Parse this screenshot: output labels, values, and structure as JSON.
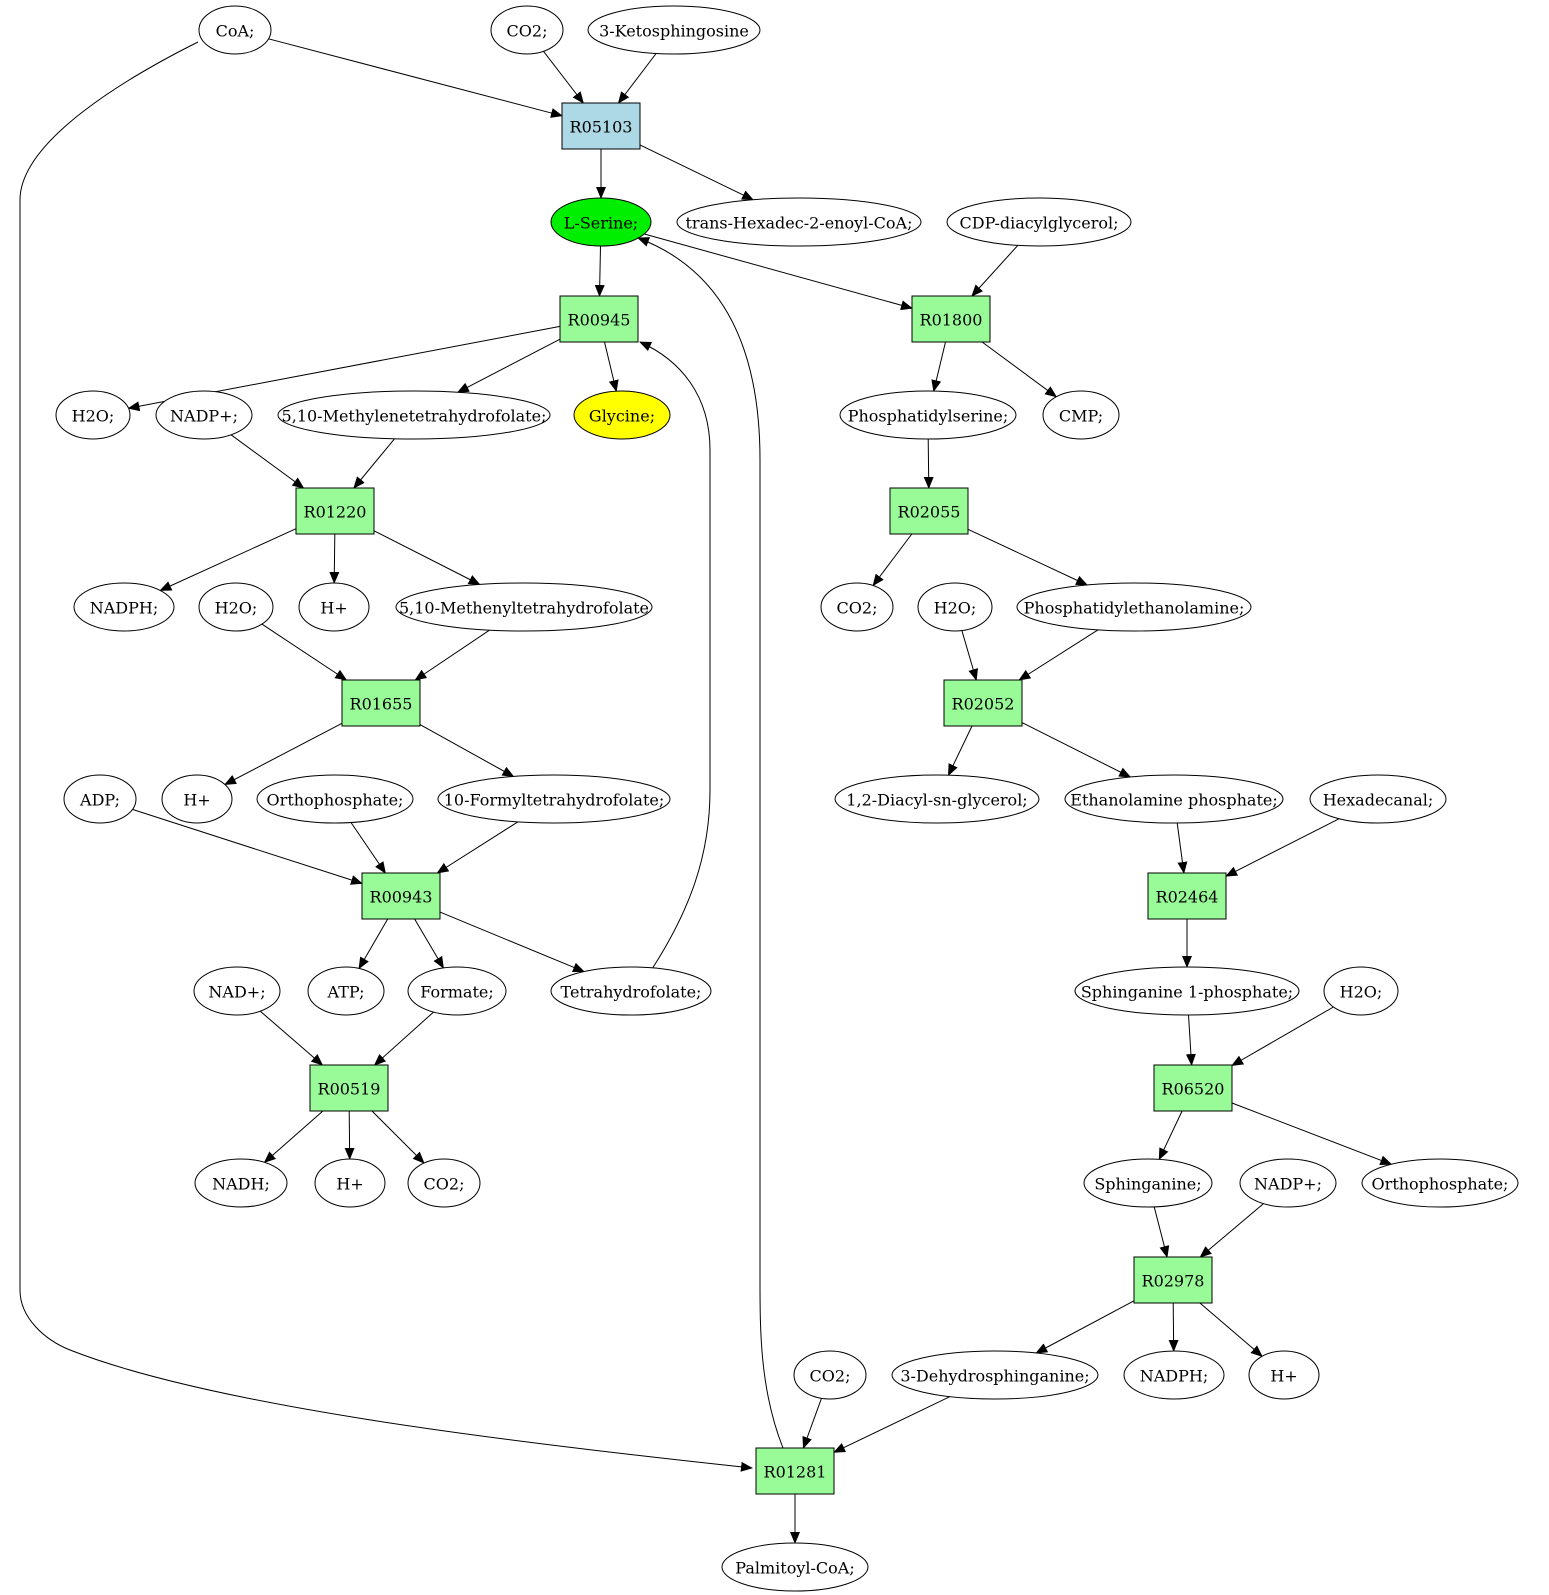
{
  "colors": {
    "reaction_default": "#98fb98",
    "reaction_start": "#add8e6",
    "metabolite_default": "#ffffff",
    "metabolite_source": "#00ee00",
    "metabolite_target": "#ffff00",
    "stroke": "#000000"
  },
  "reactions": [
    {
      "id": "r05103",
      "label": "R05103",
      "color": "#add8e6"
    },
    {
      "id": "r00945",
      "label": "R00945"
    },
    {
      "id": "r01800",
      "label": "R01800"
    },
    {
      "id": "r01220",
      "label": "R01220"
    },
    {
      "id": "r02055",
      "label": "R02055"
    },
    {
      "id": "r01655",
      "label": "R01655"
    },
    {
      "id": "r02052",
      "label": "R02052"
    },
    {
      "id": "r00943",
      "label": "R00943"
    },
    {
      "id": "r02464",
      "label": "R02464"
    },
    {
      "id": "r00519",
      "label": "R00519"
    },
    {
      "id": "r06520",
      "label": "R06520"
    },
    {
      "id": "r02978",
      "label": "R02978"
    },
    {
      "id": "r01281",
      "label": "R01281"
    }
  ],
  "metabolites": [
    {
      "id": "coa",
      "label": "CoA;"
    },
    {
      "id": "co2_a",
      "label": "CO2;"
    },
    {
      "id": "ketosph",
      "label": "3-Ketosphingosine"
    },
    {
      "id": "serine",
      "label": "L-Serine;",
      "color": "#00ee00"
    },
    {
      "id": "transhex",
      "label": "trans-Hexadec-2-enoyl-CoA;"
    },
    {
      "id": "cdpdag",
      "label": "CDP-diacylglycerol;"
    },
    {
      "id": "h2o_a",
      "label": "H2O;"
    },
    {
      "id": "nadp_a",
      "label": "NADP+;"
    },
    {
      "id": "methylene",
      "label": "5,10-Methylenetetrahydrofolate;"
    },
    {
      "id": "glycine",
      "label": "Glycine;",
      "color": "#ffff00"
    },
    {
      "id": "pser",
      "label": "Phosphatidylserine;"
    },
    {
      "id": "cmp",
      "label": "CMP;"
    },
    {
      "id": "nadph_a",
      "label": "NADPH;"
    },
    {
      "id": "h2o_b",
      "label": "H2O;"
    },
    {
      "id": "hplus_a",
      "label": "H+"
    },
    {
      "id": "methenyl",
      "label": "5,10-Methenyltetrahydrofolate"
    },
    {
      "id": "co2_b",
      "label": "CO2;"
    },
    {
      "id": "h2o_c",
      "label": "H2O;"
    },
    {
      "id": "pe",
      "label": "Phosphatidylethanolamine;"
    },
    {
      "id": "adp",
      "label": "ADP;"
    },
    {
      "id": "hplus_b",
      "label": "H+"
    },
    {
      "id": "ortho_a",
      "label": "Orthophosphate;"
    },
    {
      "id": "formylthf",
      "label": "10-Formyltetrahydrofolate;"
    },
    {
      "id": "dag",
      "label": "1,2-Diacyl-sn-glycerol;"
    },
    {
      "id": "etnp",
      "label": "Ethanolamine phosphate;"
    },
    {
      "id": "hexadecanal",
      "label": "Hexadecanal;"
    },
    {
      "id": "nad",
      "label": "NAD+;"
    },
    {
      "id": "atp",
      "label": "ATP;"
    },
    {
      "id": "formate",
      "label": "Formate;"
    },
    {
      "id": "thf",
      "label": "Tetrahydrofolate;"
    },
    {
      "id": "sa1p",
      "label": "Sphinganine 1-phosphate;"
    },
    {
      "id": "h2o_d",
      "label": "H2O;"
    },
    {
      "id": "nadh",
      "label": "NADH;"
    },
    {
      "id": "hplus_c",
      "label": "H+"
    },
    {
      "id": "co2_c",
      "label": "CO2;"
    },
    {
      "id": "sphinganine",
      "label": "Sphinganine;"
    },
    {
      "id": "nadp_b",
      "label": "NADP+;"
    },
    {
      "id": "ortho_b",
      "label": "Orthophosphate;"
    },
    {
      "id": "co2_d",
      "label": "CO2;"
    },
    {
      "id": "dehydrosph",
      "label": "3-Dehydrosphinganine;"
    },
    {
      "id": "nadph_b",
      "label": "NADPH;"
    },
    {
      "id": "hplus_d",
      "label": "H+"
    },
    {
      "id": "palmitoyl",
      "label": "Palmitoyl-CoA;"
    }
  ],
  "edges": [
    {
      "from": "coa",
      "to": "r05103"
    },
    {
      "from": "co2_a",
      "to": "r05103"
    },
    {
      "from": "ketosph",
      "to": "r05103"
    },
    {
      "from": "r05103",
      "to": "serine"
    },
    {
      "from": "r05103",
      "to": "transhex"
    },
    {
      "from": "serine",
      "to": "r00945"
    },
    {
      "from": "serine",
      "to": "r01800"
    },
    {
      "from": "cdpdag",
      "to": "r01800"
    },
    {
      "from": "r00945",
      "to": "h2o_a"
    },
    {
      "from": "r00945",
      "to": "methylene"
    },
    {
      "from": "r00945",
      "to": "glycine"
    },
    {
      "from": "r01800",
      "to": "pser"
    },
    {
      "from": "r01800",
      "to": "cmp"
    },
    {
      "from": "nadp_a",
      "to": "r01220"
    },
    {
      "from": "methylene",
      "to": "r01220"
    },
    {
      "from": "pser",
      "to": "r02055"
    },
    {
      "from": "r01220",
      "to": "nadph_a"
    },
    {
      "from": "r01220",
      "to": "hplus_a"
    },
    {
      "from": "r01220",
      "to": "methenyl"
    },
    {
      "from": "r02055",
      "to": "co2_b"
    },
    {
      "from": "r02055",
      "to": "pe"
    },
    {
      "from": "h2o_b",
      "to": "r01655"
    },
    {
      "from": "methenyl",
      "to": "r01655"
    },
    {
      "from": "h2o_c",
      "to": "r02052"
    },
    {
      "from": "pe",
      "to": "r02052"
    },
    {
      "from": "r01655",
      "to": "hplus_b"
    },
    {
      "from": "r01655",
      "to": "formylthf"
    },
    {
      "from": "r02052",
      "to": "dag"
    },
    {
      "from": "r02052",
      "to": "etnp"
    },
    {
      "from": "adp",
      "to": "r00943"
    },
    {
      "from": "ortho_a",
      "to": "r00943"
    },
    {
      "from": "formylthf",
      "to": "r00943"
    },
    {
      "from": "etnp",
      "to": "r02464"
    },
    {
      "from": "hexadecanal",
      "to": "r02464"
    },
    {
      "from": "r00943",
      "to": "atp"
    },
    {
      "from": "r00943",
      "to": "formate"
    },
    {
      "from": "r00943",
      "to": "thf"
    },
    {
      "from": "r02464",
      "to": "sa1p"
    },
    {
      "from": "nad",
      "to": "r00519"
    },
    {
      "from": "formate",
      "to": "r00519"
    },
    {
      "from": "sa1p",
      "to": "r06520"
    },
    {
      "from": "h2o_d",
      "to": "r06520"
    },
    {
      "from": "r00519",
      "to": "nadh"
    },
    {
      "from": "r00519",
      "to": "hplus_c"
    },
    {
      "from": "r00519",
      "to": "co2_c"
    },
    {
      "from": "r06520",
      "to": "sphinganine"
    },
    {
      "from": "r06520",
      "to": "ortho_b"
    },
    {
      "from": "sphinganine",
      "to": "r02978"
    },
    {
      "from": "nadp_b",
      "to": "r02978"
    },
    {
      "from": "r02978",
      "to": "dehydrosph"
    },
    {
      "from": "r02978",
      "to": "nadph_b"
    },
    {
      "from": "r02978",
      "to": "hplus_d"
    },
    {
      "from": "co2_d",
      "to": "r01281"
    },
    {
      "from": "dehydrosph",
      "to": "r01281"
    },
    {
      "from": "coa",
      "to": "r01281"
    },
    {
      "from": "r01281",
      "to": "serine"
    },
    {
      "from": "thf",
      "to": "r00945"
    },
    {
      "from": "r01281",
      "to": "palmitoyl"
    }
  ]
}
